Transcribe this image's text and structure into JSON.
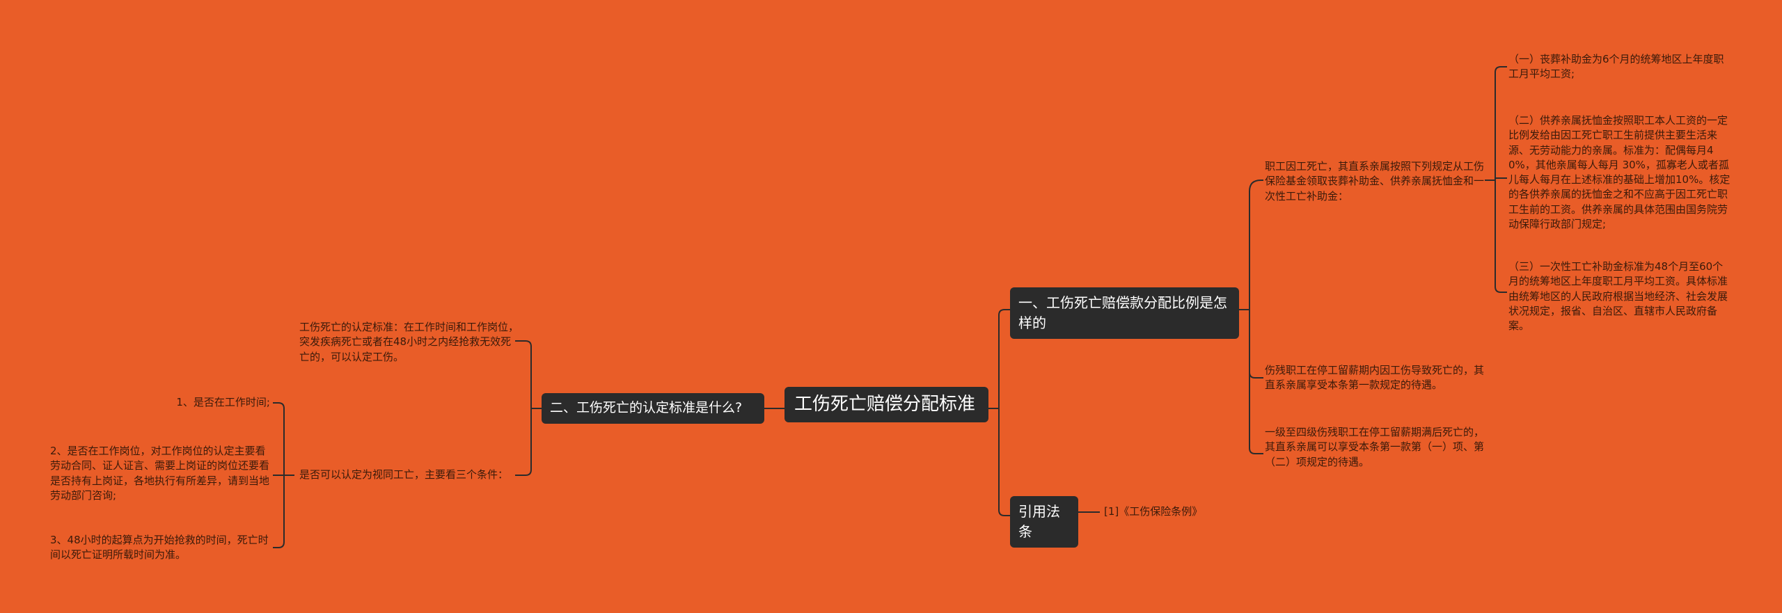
{
  "root": {
    "label": "工伤死亡赔偿分配标准"
  },
  "branches": {
    "ratio": {
      "label": "一、工伤死亡赔偿款分配比例是怎样的",
      "intro": "职工因工死亡，其直系亲属按照下列规定从工伤保险基金领取丧葬补助金、供养亲属抚恤金和一次性工亡补助金：",
      "items": [
        "（一）丧葬补助金为6个月的统筹地区上年度职工月平均工资;",
        "（二）供养亲属抚恤金按照职工本人工资的一定比例发给由因工死亡职工生前提供主要生活来源、无劳动能力的亲属。标准为：配偶每月40%，其他亲属每人每月 30%，孤寡老人或者孤儿每人每月在上述标准的基础上增加10%。核定的各供养亲属的抚恤金之和不应高于因工死亡职工生前的工资。供养亲属的具体范围由国务院劳动保障行政部门规定;",
        "（三）一次性工亡补助金标准为48个月至60个月的统筹地区上年度职工月平均工资。具体标准由统筹地区的人民政府根据当地经济、社会发展状况规定，报省、自治区、直辖市人民政府备案。"
      ],
      "note1": "伤残职工在停工留薪期内因工伤导致死亡的，其直系亲属享受本条第一款规定的待遇。",
      "note2": "一级至四级伤残职工在停工留薪期满后死亡的，其直系亲属可以享受本条第一款第（一）项、第（二）项规定的待遇。"
    },
    "law": {
      "label": "引用法条",
      "ref": "[1]《工伤保险条例》"
    },
    "standard": {
      "label": "二、工伤死亡的认定标准是什么?",
      "definition": "工伤死亡的认定标准：在工作时间和工作岗位，突发疾病死亡或者在48小时之内经抢救无效死亡的，可以认定工伤。",
      "conditions_label": "是否可以认定为视同工亡，主要看三个条件：",
      "conditions": [
        "1、是否在工作时间;",
        "2、是否在工作岗位，对工作岗位的认定主要看劳动合同、证人证言、需要上岗证的岗位还要看是否持有上岗证，各地执行有所差异，请到当地劳动部门咨询;",
        "3、48小时的起算点为开始抢救的时间，死亡时间以死亡证明所载时间为准。"
      ]
    }
  }
}
